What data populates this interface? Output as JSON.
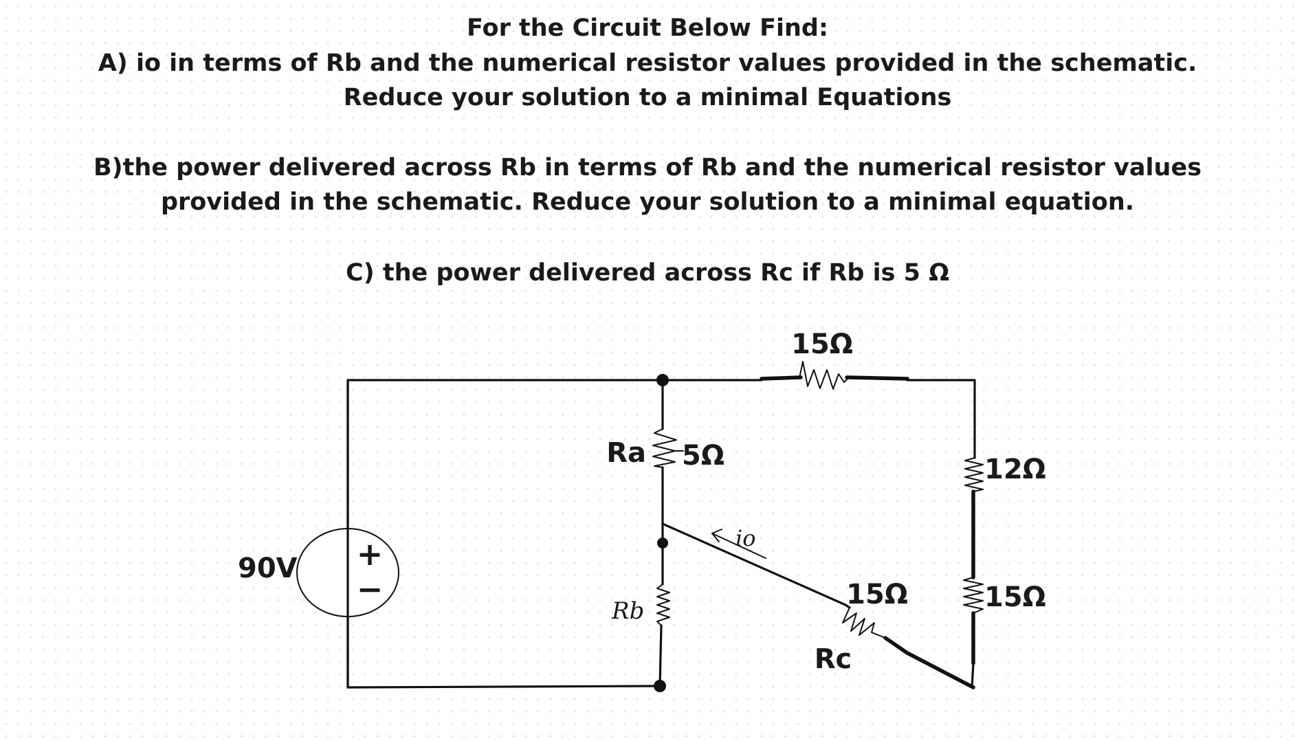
{
  "questions": {
    "title": "For the Circuit Below Find:",
    "part_a": "A) io in terms of Rb and the numerical resistor values provided in the schematic. Reduce your solution to a minimal Equations",
    "part_b": "B)the power delivered across Rb in terms of Rb and the numerical resistor values provided in the schematic. Reduce your solution to a minimal equation.",
    "part_c": "C) the power delivered across Rc if Rb is 5 Ω"
  },
  "circuit": {
    "source": {
      "value": "90V",
      "plus": "+",
      "minus": "−"
    },
    "ra": {
      "name": "Ra",
      "value": "5Ω"
    },
    "rb": {
      "name": "Rb"
    },
    "rc": {
      "name": "Rc",
      "value": "15Ω"
    },
    "top_resistor": {
      "value": "15Ω"
    },
    "right_upper_resistor": {
      "value": "12Ω"
    },
    "right_lower_resistor": {
      "value": "15Ω"
    },
    "current": {
      "label": "io"
    }
  },
  "colors": {
    "ink": "#111111",
    "background": "#ffffff",
    "dot_grid": "#e6e6e6"
  }
}
